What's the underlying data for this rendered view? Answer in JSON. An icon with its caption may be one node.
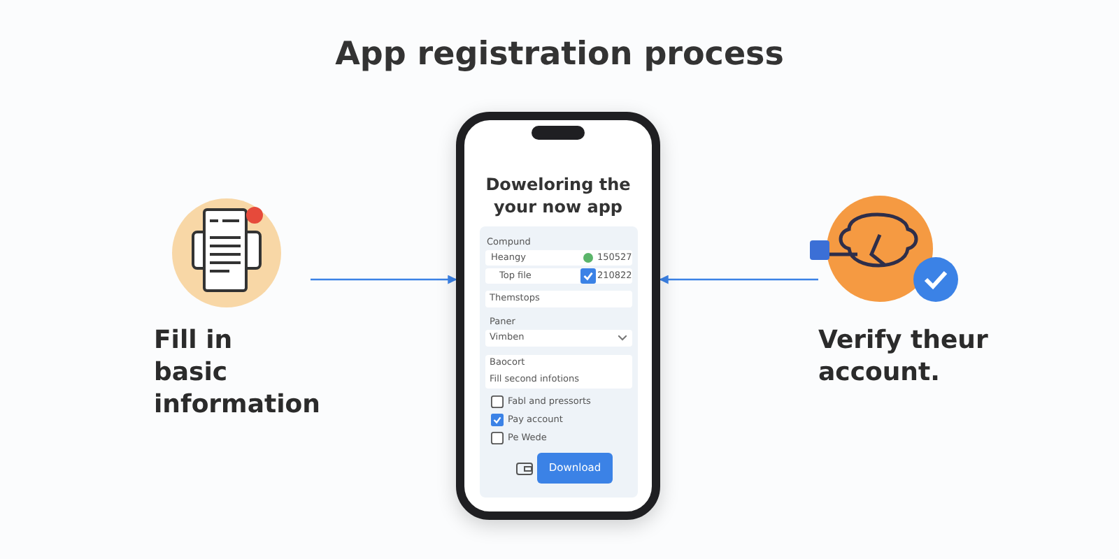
{
  "diagram": {
    "title": "App registration process",
    "nodes": [
      {
        "text": [
          "Fill in basic information"
        ]
      },
      {
        "text": [
          "Doweloring the your now app"
        ]
      },
      {
        "text": [
          "Verify theur account."
        ]
      }
    ],
    "edges": [
      {
        "from": 0,
        "to": 1,
        "arrow": "to"
      },
      {
        "from": 2,
        "to": 1,
        "arrow": "to"
      }
    ],
    "labels": [
      "Compund",
      "Heangy",
      "150527",
      "Top file",
      "210822",
      "Themstops",
      "Paner",
      "Vimben",
      "Baocort",
      "Fill second infotions",
      "Fabl and pressorts",
      "Pay account",
      "Pe Wede",
      "Download"
    ]
  }
}
